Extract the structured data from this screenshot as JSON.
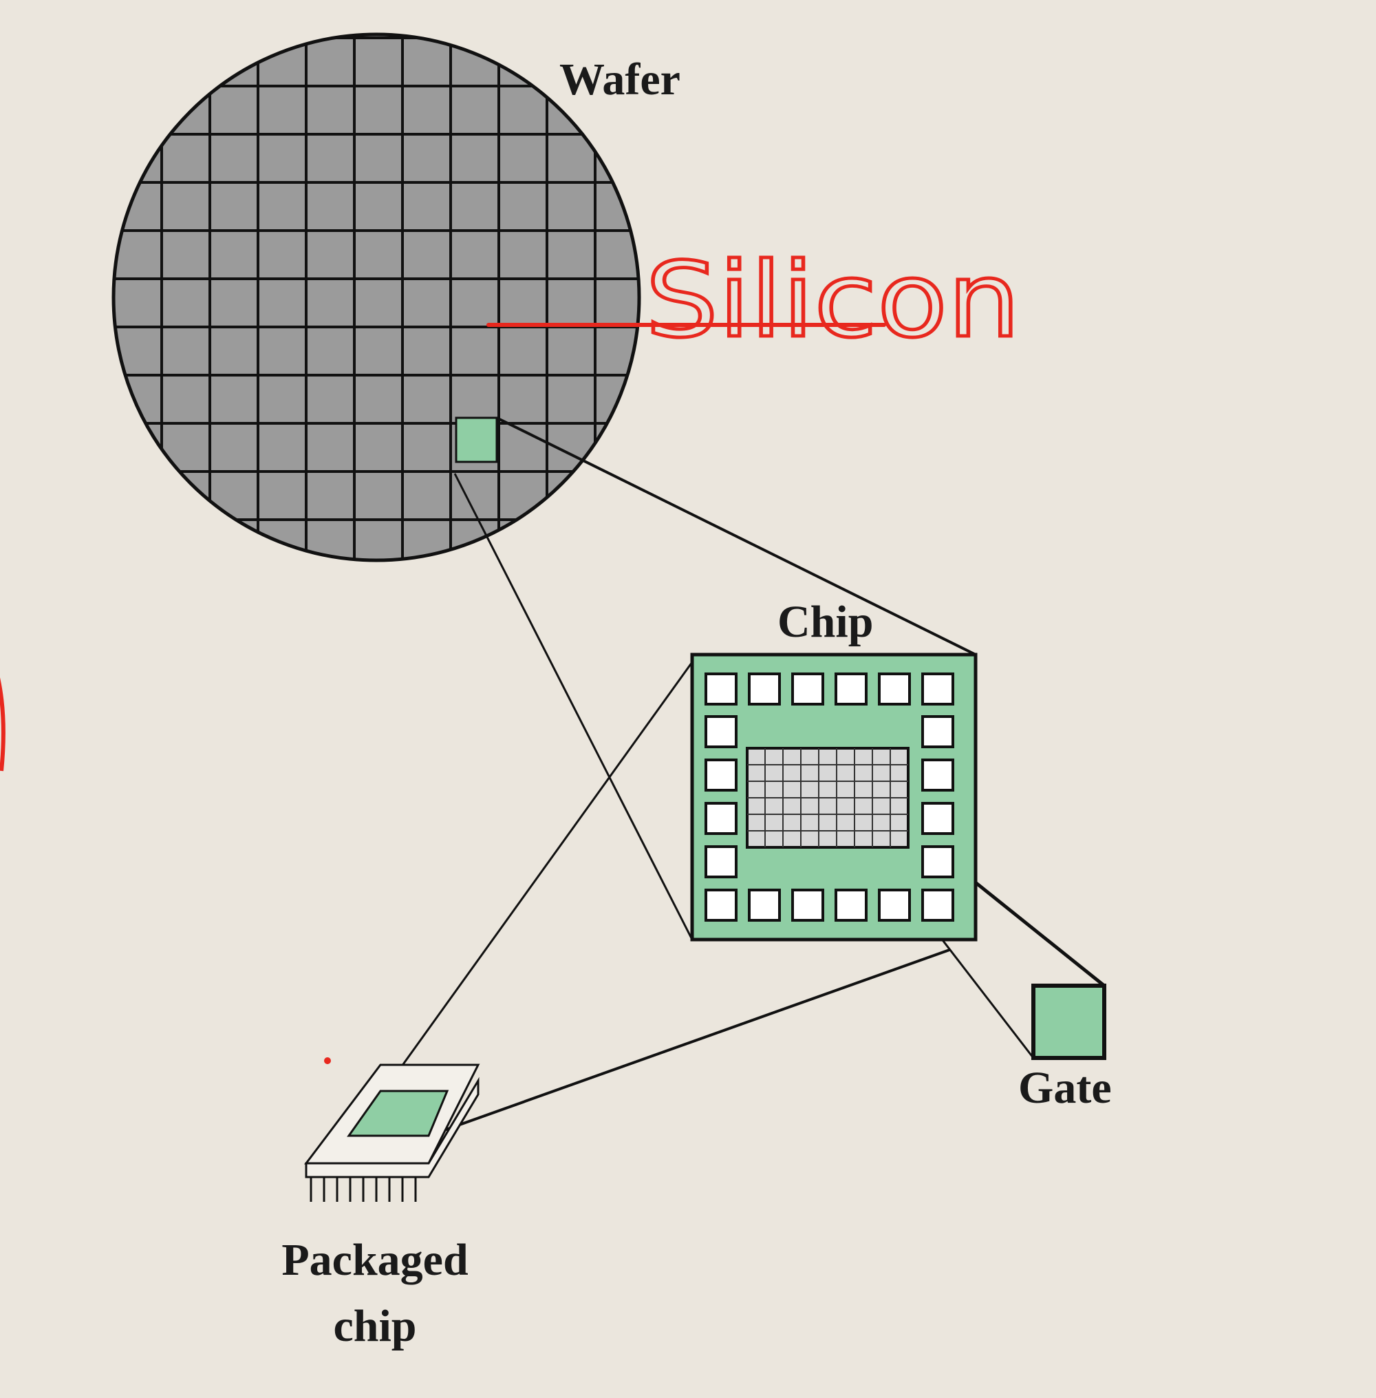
{
  "labels": {
    "wafer": "Wafer",
    "chip": "Chip",
    "gate": "Gate",
    "packaged_line1": "Packaged",
    "packaged_line2": "chip"
  },
  "annotation": {
    "text": "Silicon"
  },
  "colors": {
    "background": "#ebe6dd",
    "wafer_fill": "#9b9b9b",
    "die_green": "#8fcea4",
    "outline": "#111111",
    "annotation_red": "#e8281e",
    "pad_white": "#ffffff"
  }
}
